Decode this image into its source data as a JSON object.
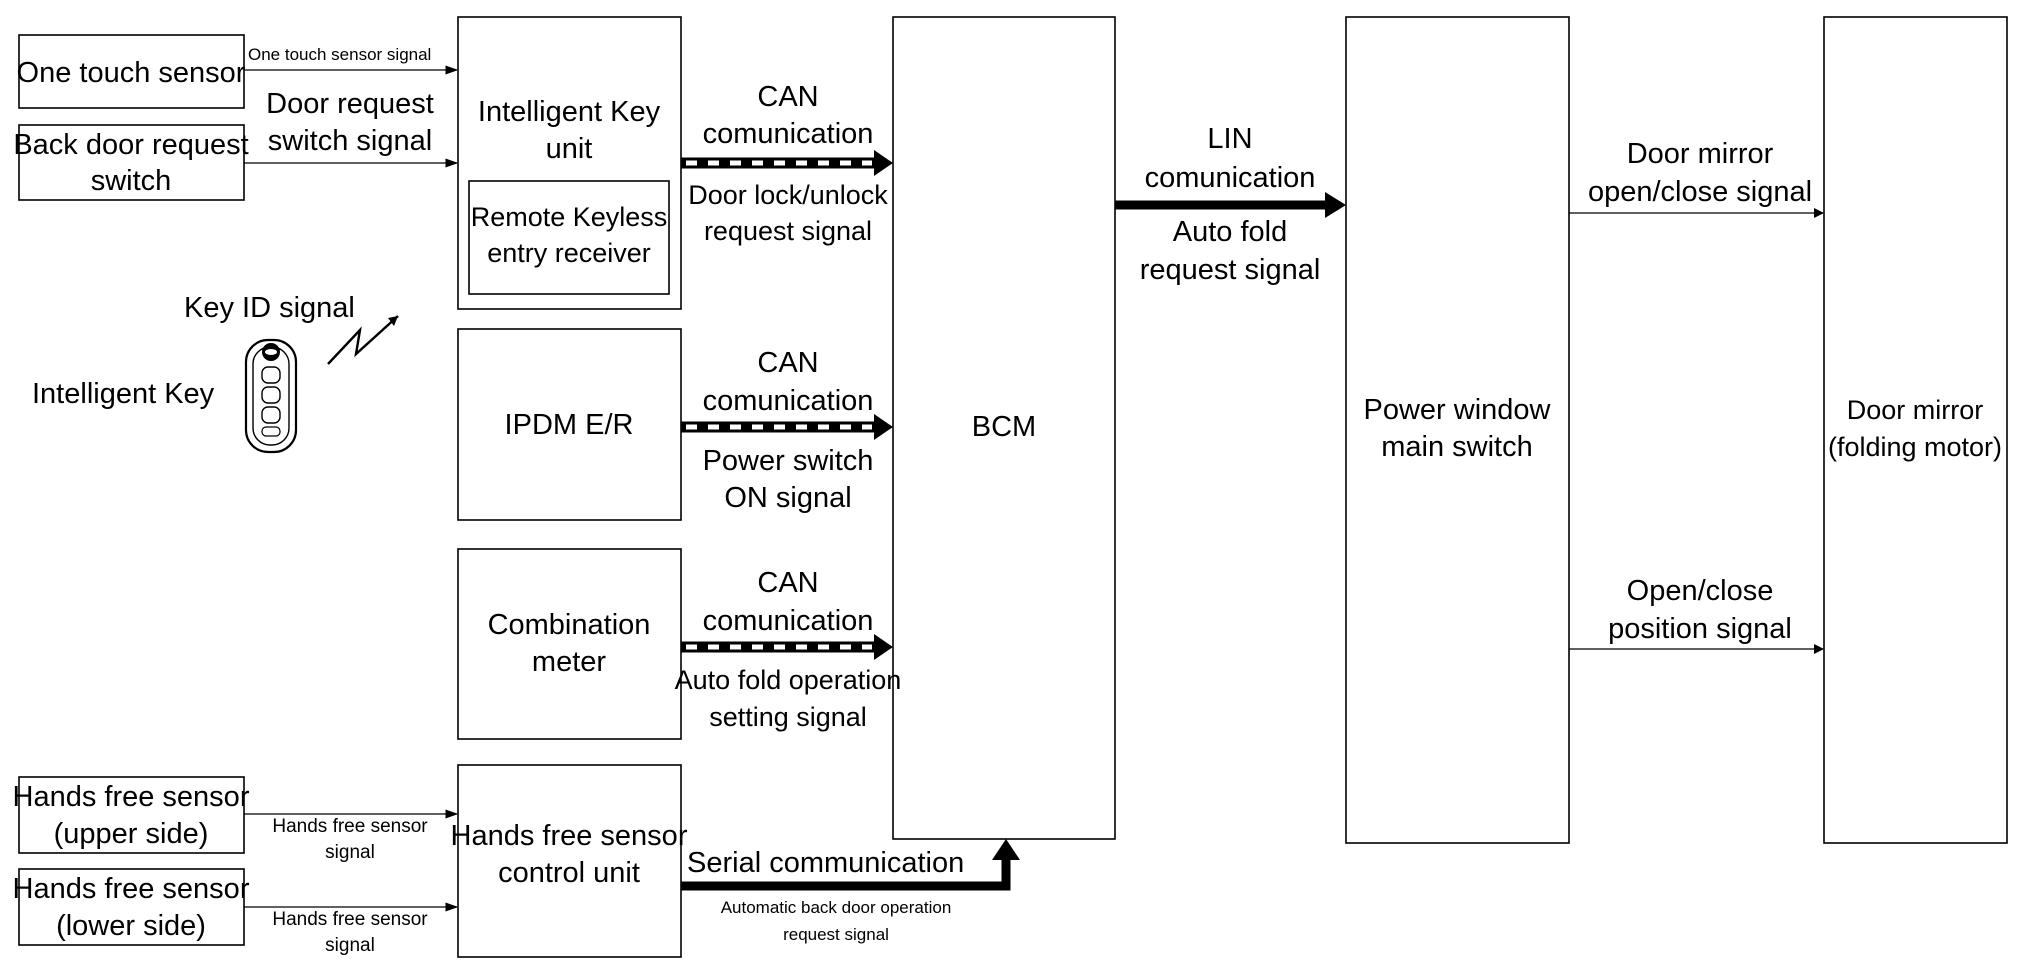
{
  "boxes": {
    "one_touch_sensor": "One touch sensor",
    "back_door_switch": [
      "Back door request",
      "switch"
    ],
    "intelligent_key_unit": [
      "Intelligent Key",
      "unit"
    ],
    "rke_receiver": [
      "Remote Keyless",
      "entry receiver"
    ],
    "ipdm": "IPDM E/R",
    "combination_meter": [
      "Combination",
      "meter"
    ],
    "hands_free_upper": [
      "Hands free sensor",
      "(upper side)"
    ],
    "hands_free_lower": [
      "Hands free sensor",
      "(lower side)"
    ],
    "hands_free_control": [
      "Hands free sensor",
      "control unit"
    ],
    "bcm": "BCM",
    "power_window": [
      "Power window",
      "main switch"
    ],
    "door_mirror": [
      "Door mirror",
      "(folding motor)"
    ]
  },
  "signals": {
    "one_touch": "One touch sensor signal",
    "door_request": [
      "Door request",
      "switch signal"
    ],
    "key_id": "Key ID signal",
    "intelligent_key": "Intelligent Key",
    "can_1": [
      "CAN",
      "comunication"
    ],
    "door_lock": [
      "Door lock/unlock",
      "request signal"
    ],
    "can_2": [
      "CAN",
      "comunication"
    ],
    "power_switch": [
      "Power switch",
      "ON signal"
    ],
    "can_3": [
      "CAN",
      "comunication"
    ],
    "auto_fold_op": [
      "Auto fold operation",
      "setting signal"
    ],
    "hands_free_sig_1": [
      "Hands free sensor",
      "signal"
    ],
    "hands_free_sig_2": [
      "Hands free sensor",
      "signal"
    ],
    "serial": "Serial communication",
    "auto_back_door": [
      "Automatic back door operation",
      "request signal"
    ],
    "lin": [
      "LIN",
      "comunication"
    ],
    "auto_fold_req": [
      "Auto fold",
      "request signal"
    ],
    "mirror_open_close": [
      "Door mirror",
      "open/close signal"
    ],
    "position": [
      "Open/close",
      "position signal"
    ]
  },
  "colors": {
    "stroke": "#000000",
    "background": "#ffffff"
  },
  "icons": {
    "key_fob": "key-fob-icon",
    "wireless": "wireless-signal-icon"
  }
}
